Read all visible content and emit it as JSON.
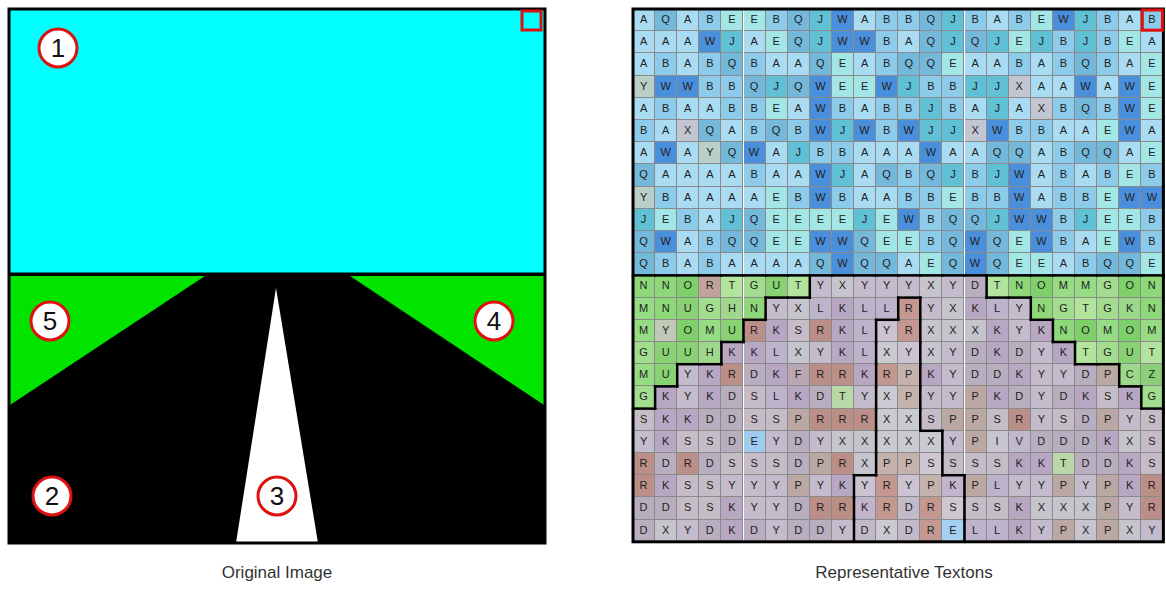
{
  "diagram": {
    "labels": [
      "1",
      "5",
      "4",
      "2",
      "3",
      "A",
      "Q",
      "A",
      "B",
      "E",
      "E",
      "B",
      "Q",
      "J",
      "W",
      "A",
      "B",
      "B",
      "Q",
      "J",
      "B",
      "A",
      "B",
      "E",
      "W",
      "J",
      "B",
      "A",
      "B",
      "A",
      "A",
      "A",
      "W",
      "J",
      "A",
      "E",
      "Q",
      "J",
      "W",
      "W",
      "B",
      "A",
      "Q",
      "J",
      "Q",
      "J",
      "E",
      "J",
      "B",
      "J",
      "B",
      "E",
      "A",
      "A",
      "B",
      "A",
      "B",
      "Q",
      "B",
      "A",
      "A",
      "Q",
      "E",
      "A",
      "B",
      "Q",
      "Q",
      "E",
      "A",
      "A",
      "B",
      "A",
      "B",
      "Q",
      "B",
      "A",
      "E",
      "Y",
      "W",
      "W",
      "B",
      "B",
      "Q",
      "J",
      "Q",
      "W",
      "E",
      "E",
      "W",
      "J",
      "B",
      "B",
      "J",
      "J",
      "X",
      "A",
      "A",
      "W",
      "A",
      "W",
      "E",
      "A",
      "B",
      "A",
      "A",
      "B",
      "B",
      "E",
      "A",
      "W",
      "B",
      "A",
      "B",
      "B",
      "J",
      "B",
      "A",
      "J",
      "A",
      "X",
      "B",
      "Q",
      "B",
      "W",
      "E",
      "B",
      "A",
      "X",
      "Q",
      "A",
      "B",
      "Q",
      "B",
      "W",
      "J",
      "W",
      "B",
      "W",
      "J",
      "J",
      "X",
      "W",
      "B",
      "B",
      "A",
      "A",
      "E",
      "W",
      "A",
      "A",
      "W",
      "A",
      "Y",
      "Q",
      "W",
      "A",
      "J",
      "B",
      "B",
      "A",
      "A",
      "A",
      "W",
      "A",
      "A",
      "Q",
      "Q",
      "A",
      "B",
      "Q",
      "Q",
      "A",
      "E",
      "Q",
      "A",
      "A",
      "A",
      "A",
      "B",
      "A",
      "A",
      "W",
      "J",
      "A",
      "Q",
      "B",
      "Q",
      "J",
      "B",
      "J",
      "W",
      "A",
      "B",
      "A",
      "B",
      "E",
      "B",
      "Y",
      "B",
      "A",
      "A",
      "A",
      "A",
      "E",
      "B",
      "W",
      "B",
      "A",
      "A",
      "B",
      "B",
      "E",
      "B",
      "B",
      "W",
      "A",
      "B",
      "B",
      "E",
      "W",
      "W",
      "J",
      "E",
      "B",
      "A",
      "J",
      "Q",
      "E",
      "E",
      "E",
      "E",
      "J",
      "E",
      "W",
      "B",
      "Q",
      "Q",
      "J",
      "W",
      "W",
      "B",
      "J",
      "E",
      "E",
      "B",
      "Q",
      "W",
      "A",
      "B",
      "Q",
      "Q",
      "E",
      "E",
      "W",
      "W",
      "Q",
      "E",
      "E",
      "B",
      "Q",
      "W",
      "Q",
      "E",
      "W",
      "B",
      "A",
      "E",
      "W",
      "B",
      "Q",
      "B",
      "A",
      "B",
      "A",
      "A",
      "A",
      "A",
      "Q",
      "W",
      "Q",
      "Q",
      "A",
      "E",
      "Q",
      "W",
      "Q",
      "E",
      "E",
      "A",
      "B",
      "Q",
      "Q",
      "E",
      "N",
      "N",
      "O",
      "R",
      "T",
      "G",
      "U",
      "T",
      "Y",
      "X",
      "Y",
      "Y",
      "Y",
      "X",
      "Y",
      "D",
      "T",
      "N",
      "O",
      "M",
      "M",
      "G",
      "O",
      "N",
      "M",
      "N",
      "U",
      "G",
      "H",
      "N",
      "Y",
      "X",
      "L",
      "K",
      "L",
      "L",
      "R",
      "Y",
      "X",
      "K",
      "L",
      "Y",
      "N",
      "G",
      "T",
      "G",
      "K",
      "N",
      "M",
      "Y",
      "O",
      "M",
      "U",
      "R",
      "K",
      "S",
      "R",
      "K",
      "L",
      "Y",
      "R",
      "X",
      "X",
      "X",
      "K",
      "Y",
      "K",
      "N",
      "O",
      "M",
      "O",
      "M",
      "G",
      "U",
      "U",
      "H",
      "K",
      "K",
      "L",
      "X",
      "Y",
      "K",
      "L",
      "X",
      "Y",
      "X",
      "Y",
      "D",
      "K",
      "D",
      "Y",
      "K",
      "T",
      "G",
      "U",
      "T",
      "M",
      "U",
      "Y",
      "K",
      "R",
      "D",
      "K",
      "F",
      "R",
      "R",
      "K",
      "R",
      "P",
      "K",
      "Y",
      "D",
      "D",
      "K",
      "Y",
      "Y",
      "D",
      "P",
      "C",
      "Z",
      "G",
      "K",
      "Y",
      "K",
      "D",
      "S",
      "L",
      "K",
      "D",
      "T",
      "Y",
      "X",
      "P",
      "Y",
      "Y",
      "P",
      "K",
      "D",
      "Y",
      "D",
      "K",
      "S",
      "K",
      "G",
      "S",
      "K",
      "K",
      "D",
      "D",
      "S",
      "S",
      "P",
      "R",
      "R",
      "R",
      "X",
      "X",
      "S",
      "P",
      "P",
      "S",
      "R",
      "Y",
      "S",
      "D",
      "P",
      "Y",
      "S",
      "Y",
      "K",
      "S",
      "S",
      "D",
      "E",
      "Y",
      "D",
      "Y",
      "X",
      "X",
      "X",
      "X",
      "X",
      "Y",
      "P",
      "I",
      "V",
      "D",
      "D",
      "D",
      "K",
      "X",
      "S",
      "R",
      "D",
      "R",
      "D",
      "S",
      "S",
      "S",
      "D",
      "P",
      "R",
      "X",
      "P",
      "P",
      "S",
      "S",
      "S",
      "S",
      "K",
      "K",
      "T",
      "D",
      "D",
      "K",
      "S",
      "R",
      "K",
      "S",
      "S",
      "Y",
      "Y",
      "Y",
      "P",
      "Y",
      "K",
      "Y",
      "R",
      "Y",
      "P",
      "K",
      "P",
      "L",
      "Y",
      "Y",
      "P",
      "Y",
      "P",
      "K",
      "R",
      "D",
      "D",
      "S",
      "S",
      "K",
      "Y",
      "Y",
      "D",
      "R",
      "R",
      "K",
      "R",
      "D",
      "R",
      "S",
      "S",
      "S",
      "K",
      "X",
      "X",
      "X",
      "P",
      "Y",
      "R",
      "D",
      "X",
      "Y",
      "D",
      "K",
      "D",
      "Y",
      "D",
      "D",
      "Y",
      "D",
      "X",
      "D",
      "R",
      "E",
      "L",
      "L",
      "K",
      "Y",
      "P",
      "X",
      "P",
      "X",
      "Y",
      "Original Image",
      "Representative Textons"
    ]
  }
}
